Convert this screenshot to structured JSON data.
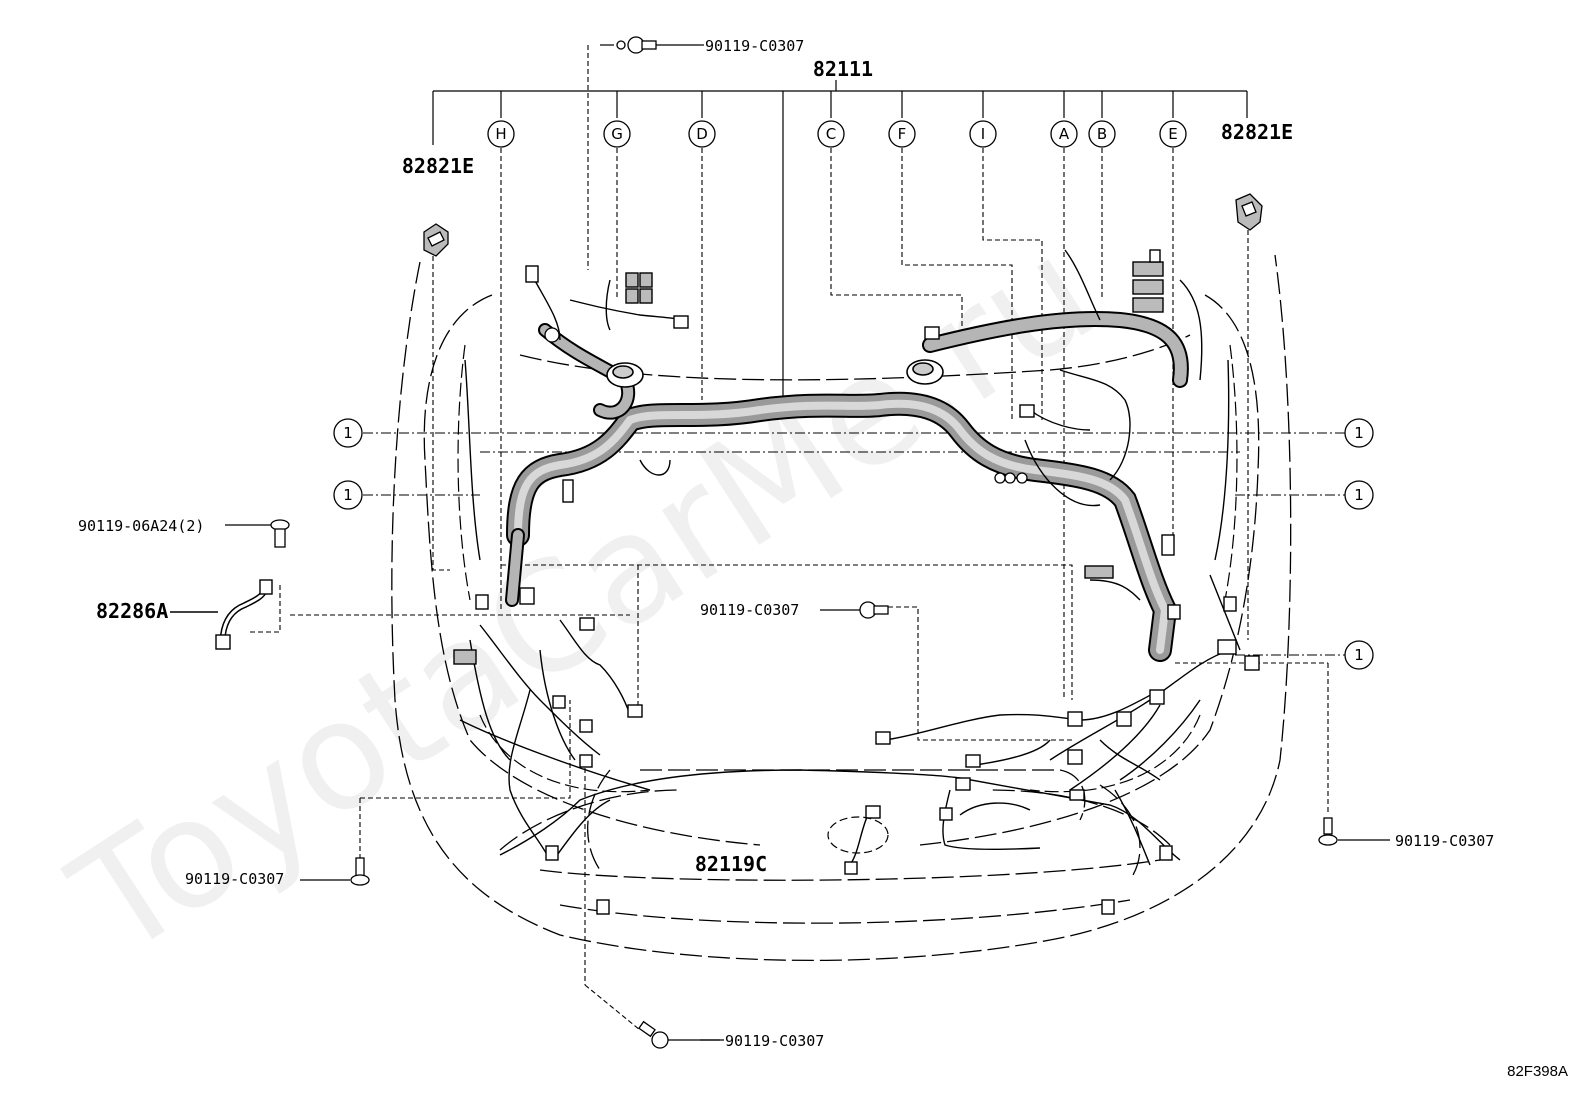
{
  "diagram": {
    "main_part": "82111",
    "sub_part_bottom": "82119C",
    "clip_part": "82821E",
    "harness_part": "82286A",
    "bolt_main": "90119-C0307",
    "bolt_alt": "90119-06A24(2)",
    "callouts": [
      "H",
      "G",
      "D",
      "C",
      "F",
      "I",
      "A",
      "B",
      "E"
    ],
    "ref_marker": "1",
    "diagram_code": "82F398A",
    "watermark": "ToyotaCarMe.ru"
  }
}
